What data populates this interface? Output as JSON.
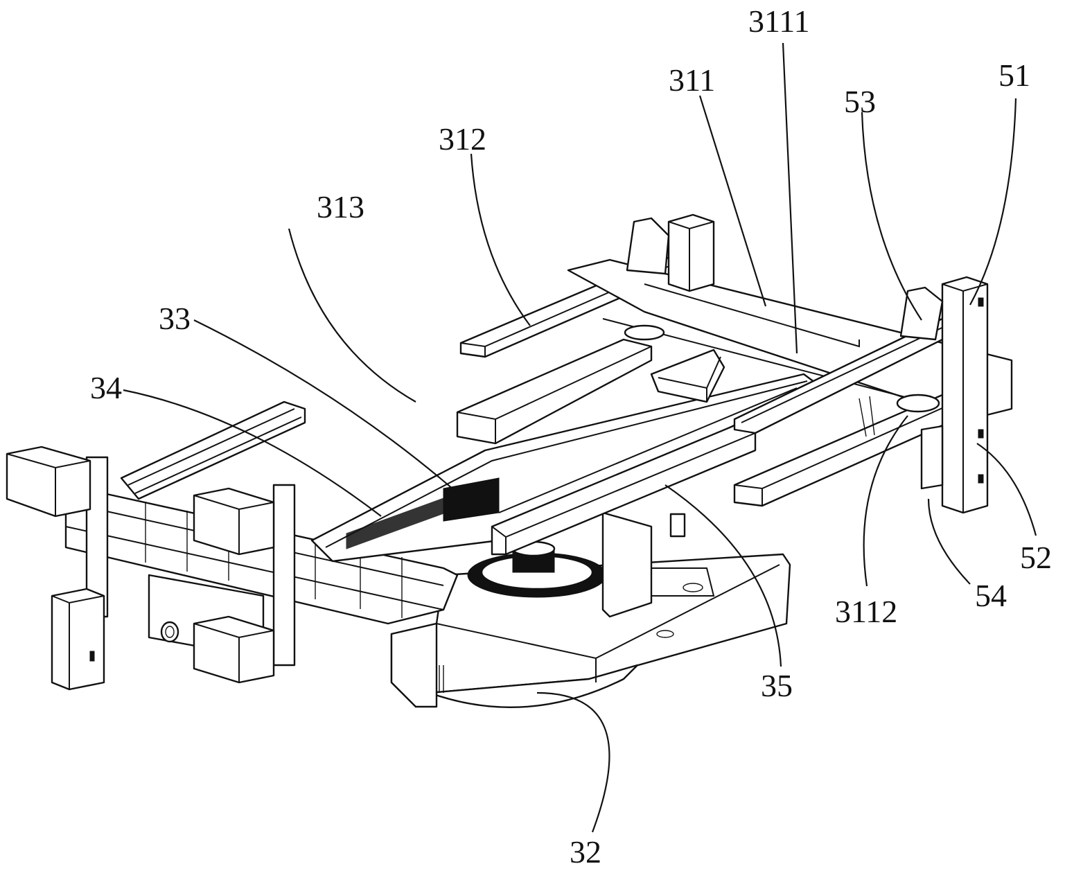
{
  "figure": {
    "type": "patent-mechanical-drawing",
    "description": "Isometric line drawing of a rack-and-pinion slide mechanism with guide rails, frame and drive motor",
    "ink_color": "#111111",
    "background_color": "#ffffff"
  },
  "reference_labels": [
    {
      "id": "3111",
      "text": "3111"
    },
    {
      "id": "311",
      "text": "311"
    },
    {
      "id": "53",
      "text": "53"
    },
    {
      "id": "51",
      "text": "51"
    },
    {
      "id": "312",
      "text": "312"
    },
    {
      "id": "313",
      "text": "313"
    },
    {
      "id": "33",
      "text": "33"
    },
    {
      "id": "34",
      "text": "34"
    },
    {
      "id": "35",
      "text": "35"
    },
    {
      "id": "3112",
      "text": "3112"
    },
    {
      "id": "54",
      "text": "54"
    },
    {
      "id": "52",
      "text": "52"
    },
    {
      "id": "32",
      "text": "32"
    }
  ]
}
